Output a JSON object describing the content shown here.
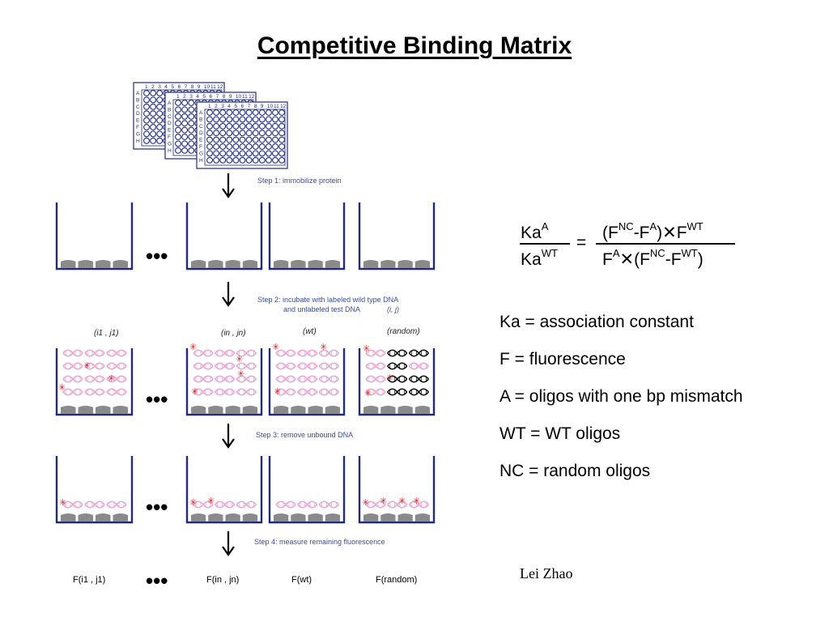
{
  "title": "Competitive Binding Matrix",
  "plate": {
    "columns": [
      "1",
      "2",
      "3",
      "4",
      "5",
      "6",
      "7",
      "8",
      "9",
      "10",
      "11",
      "12"
    ],
    "rows": [
      "A",
      "B",
      "C",
      "D",
      "E",
      "F",
      "G",
      "H"
    ]
  },
  "steps": [
    {
      "line1": "Step 1: immobilize protein",
      "line2": ""
    },
    {
      "line1": "Step 2: incubate with labeled wild type DNA",
      "line2": "and unlabeled test DNA",
      "line2_italic": "(i, j)"
    },
    {
      "line1": "Step 3: remove unbound DNA",
      "line2": ""
    },
    {
      "line1": "Step 4: measure remaining fluorescence",
      "line2": ""
    }
  ],
  "ellipsis": "•••",
  "columns_labels": [
    "(i1 , j1)",
    "(in , jn)",
    "(wt)",
    "(random)"
  ],
  "bottom_labels": [
    "F(i1 , j1)",
    "F(in , jn)",
    "F(wt)",
    "F(random)"
  ],
  "formula": {
    "num_left": "Ka",
    "num_left_sup": "A",
    "den_left": "Ka",
    "den_left_sup": "WT",
    "equals": "=",
    "num_right_a": "(F",
    "num_right_sup1": "NC",
    "num_right_b": "-F",
    "num_right_sup2": "A",
    "num_right_c": ")✕F",
    "num_right_sup3": "WT",
    "den_right_a": "F",
    "den_right_sup1": "A",
    "den_right_b": "✕(F",
    "den_right_sup2": "NC",
    "den_right_c": "-F",
    "den_right_sup3": "WT",
    "den_right_d": ")"
  },
  "definitions": [
    "Ka = association constant",
    "F = fluorescence",
    "A = oligos with one bp mismatch",
    "WT = WT oligos",
    "NC = random oligos"
  ],
  "author": "Lei Zhao",
  "colors": {
    "well": "#1f2a80",
    "protein": "#8a8a8a",
    "dna": "#e9a6d4",
    "black_dna": "#111111",
    "label_star": "#d62020",
    "step_text": "#3a4e9c"
  }
}
